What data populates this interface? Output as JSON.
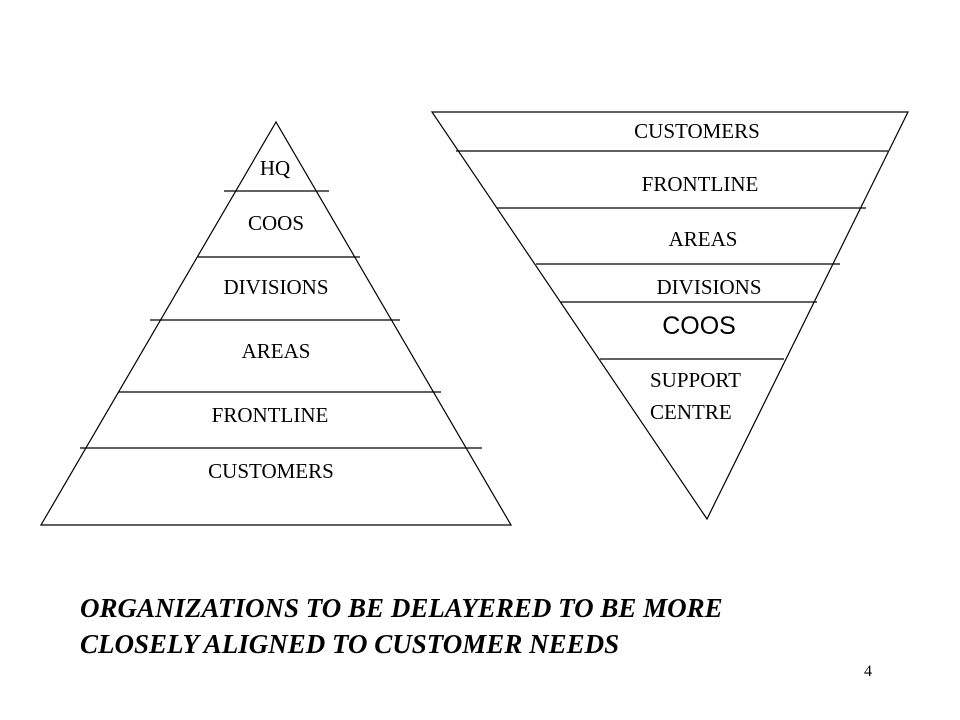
{
  "left_pyramid": {
    "layers": [
      "HQ",
      "COOS",
      "DIVISIONS",
      "AREAS",
      "FRONTLINE",
      "CUSTOMERS"
    ]
  },
  "right_pyramid": {
    "layers": [
      "CUSTOMERS",
      "FRONTLINE",
      "AREAS",
      "DIVISIONS",
      "COOS"
    ],
    "bottom_line1": "SUPPORT",
    "bottom_line2": "CENTRE"
  },
  "caption": {
    "line1": "ORGANIZATIONS TO BE DELAYERED TO BE MORE",
    "line2": "CLOSELY ALIGNED TO CUSTOMER NEEDS"
  },
  "page_number": "4"
}
